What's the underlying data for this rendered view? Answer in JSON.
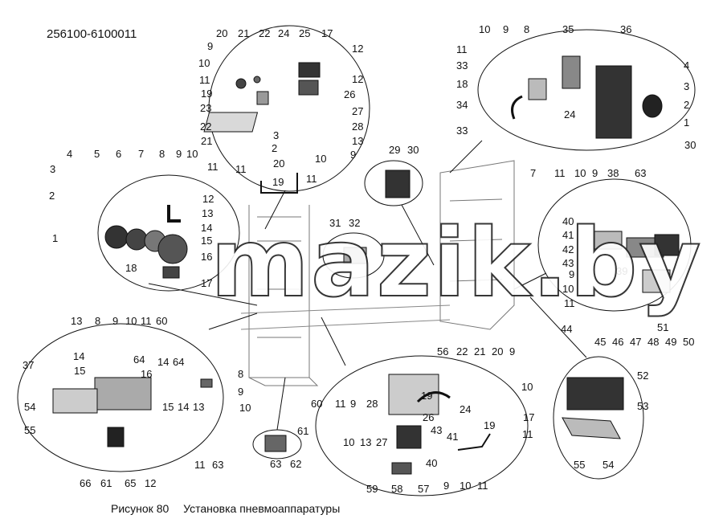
{
  "document_number": "256100-6100011",
  "caption": {
    "figure": "Рисунок 80",
    "title": "Установка пневмоаппаратуры"
  },
  "watermark": "mazik.by",
  "colors": {
    "ink": "#111111",
    "fill_light": "#d9d9d9",
    "fill_dark": "#333333",
    "background": "#ffffff"
  },
  "callouts": [
    {
      "label": "20",
      "group": "top-center"
    },
    {
      "label": "21",
      "group": "top-center"
    },
    {
      "label": "22",
      "group": "top-center"
    },
    {
      "label": "24",
      "group": "top-center"
    },
    {
      "label": "25",
      "group": "top-center"
    },
    {
      "label": "17",
      "group": "top-center"
    },
    {
      "label": "9",
      "group": "top-center"
    },
    {
      "label": "12",
      "group": "top-center"
    },
    {
      "label": "10",
      "group": "top-center"
    },
    {
      "label": "11",
      "group": "top-center"
    },
    {
      "label": "12",
      "group": "top-center"
    },
    {
      "label": "19",
      "group": "top-center"
    },
    {
      "label": "26",
      "group": "top-center"
    },
    {
      "label": "23",
      "group": "top-center"
    },
    {
      "label": "27",
      "group": "top-center"
    },
    {
      "label": "22",
      "group": "top-center"
    },
    {
      "label": "3",
      "group": "top-center"
    },
    {
      "label": "28",
      "group": "top-center"
    },
    {
      "label": "21",
      "group": "top-center"
    },
    {
      "label": "2",
      "group": "top-center"
    },
    {
      "label": "13",
      "group": "top-center"
    },
    {
      "label": "20",
      "group": "top-center"
    },
    {
      "label": "9",
      "group": "top-center"
    },
    {
      "label": "10",
      "group": "top-center"
    },
    {
      "label": "11",
      "group": "top-center"
    },
    {
      "label": "19",
      "group": "top-center"
    },
    {
      "label": "11",
      "group": "top-center"
    },
    {
      "label": "10",
      "group": "top-right"
    },
    {
      "label": "9",
      "group": "top-right"
    },
    {
      "label": "8",
      "group": "top-right"
    },
    {
      "label": "35",
      "group": "top-right"
    },
    {
      "label": "36",
      "group": "top-right"
    },
    {
      "label": "11",
      "group": "top-right"
    },
    {
      "label": "33",
      "group": "top-right"
    },
    {
      "label": "4",
      "group": "top-right"
    },
    {
      "label": "18",
      "group": "top-right"
    },
    {
      "label": "3",
      "group": "top-right"
    },
    {
      "label": "2",
      "group": "top-right"
    },
    {
      "label": "34",
      "group": "top-right"
    },
    {
      "label": "24",
      "group": "top-right"
    },
    {
      "label": "1",
      "group": "top-right"
    },
    {
      "label": "33",
      "group": "top-right"
    },
    {
      "label": "30",
      "group": "top-right"
    },
    {
      "label": "4",
      "group": "left"
    },
    {
      "label": "5",
      "group": "left"
    },
    {
      "label": "6",
      "group": "left"
    },
    {
      "label": "7",
      "group": "left"
    },
    {
      "label": "8",
      "group": "left"
    },
    {
      "label": "9",
      "group": "left"
    },
    {
      "label": "10",
      "group": "left"
    },
    {
      "label": "11",
      "group": "left"
    },
    {
      "label": "3",
      "group": "left"
    },
    {
      "label": "12",
      "group": "left"
    },
    {
      "label": "2",
      "group": "left"
    },
    {
      "label": "13",
      "group": "left"
    },
    {
      "label": "14",
      "group": "left"
    },
    {
      "label": "1",
      "group": "left"
    },
    {
      "label": "15",
      "group": "left"
    },
    {
      "label": "16",
      "group": "left"
    },
    {
      "label": "18",
      "group": "left"
    },
    {
      "label": "17",
      "group": "left"
    },
    {
      "label": "29",
      "group": "center-small"
    },
    {
      "label": "30",
      "group": "center-small"
    },
    {
      "label": "31",
      "group": "center-small"
    },
    {
      "label": "32",
      "group": "center-small"
    },
    {
      "label": "7",
      "group": "right"
    },
    {
      "label": "11",
      "group": "right"
    },
    {
      "label": "10",
      "group": "right"
    },
    {
      "label": "9",
      "group": "right"
    },
    {
      "label": "38",
      "group": "right"
    },
    {
      "label": "63",
      "group": "right"
    },
    {
      "label": "40",
      "group": "right"
    },
    {
      "label": "41",
      "group": "right"
    },
    {
      "label": "42",
      "group": "right"
    },
    {
      "label": "43",
      "group": "right"
    },
    {
      "label": "39",
      "group": "right"
    },
    {
      "label": "9",
      "group": "right"
    },
    {
      "label": "10",
      "group": "right"
    },
    {
      "label": "11",
      "group": "right"
    },
    {
      "label": "44",
      "group": "right"
    },
    {
      "label": "51",
      "group": "right"
    },
    {
      "label": "45",
      "group": "right"
    },
    {
      "label": "46",
      "group": "right"
    },
    {
      "label": "47",
      "group": "right"
    },
    {
      "label": "48",
      "group": "right"
    },
    {
      "label": "49",
      "group": "right"
    },
    {
      "label": "50",
      "group": "right"
    },
    {
      "label": "13",
      "group": "bottom-left"
    },
    {
      "label": "8",
      "group": "bottom-left"
    },
    {
      "label": "9",
      "group": "bottom-left"
    },
    {
      "label": "10",
      "group": "bottom-left"
    },
    {
      "label": "11",
      "group": "bottom-left"
    },
    {
      "label": "60",
      "group": "bottom-left"
    },
    {
      "label": "14",
      "group": "bottom-left"
    },
    {
      "label": "64",
      "group": "bottom-left"
    },
    {
      "label": "37",
      "group": "bottom-left"
    },
    {
      "label": "15",
      "group": "bottom-left"
    },
    {
      "label": "16",
      "group": "bottom-left"
    },
    {
      "label": "14",
      "group": "bottom-left"
    },
    {
      "label": "64",
      "group": "bottom-left"
    },
    {
      "label": "8",
      "group": "bottom-left"
    },
    {
      "label": "9",
      "group": "bottom-left"
    },
    {
      "label": "15",
      "group": "bottom-left"
    },
    {
      "label": "14",
      "group": "bottom-left"
    },
    {
      "label": "13",
      "group": "bottom-left"
    },
    {
      "label": "10",
      "group": "bottom-left"
    },
    {
      "label": "54",
      "group": "bottom-left"
    },
    {
      "label": "55",
      "group": "bottom-left"
    },
    {
      "label": "11",
      "group": "bottom-left"
    },
    {
      "label": "63",
      "group": "bottom-left"
    },
    {
      "label": "66",
      "group": "bottom-left"
    },
    {
      "label": "61",
      "group": "bottom-left"
    },
    {
      "label": "65",
      "group": "bottom-left"
    },
    {
      "label": "12",
      "group": "bottom-left"
    },
    {
      "label": "61",
      "group": "bottom-small"
    },
    {
      "label": "63",
      "group": "bottom-small"
    },
    {
      "label": "62",
      "group": "bottom-small"
    },
    {
      "label": "56",
      "group": "bottom-center"
    },
    {
      "label": "22",
      "group": "bottom-center"
    },
    {
      "label": "21",
      "group": "bottom-center"
    },
    {
      "label": "20",
      "group": "bottom-center"
    },
    {
      "label": "9",
      "group": "bottom-center"
    },
    {
      "label": "10",
      "group": "bottom-center"
    },
    {
      "label": "60",
      "group": "bottom-center"
    },
    {
      "label": "11",
      "group": "bottom-center"
    },
    {
      "label": "9",
      "group": "bottom-center"
    },
    {
      "label": "28",
      "group": "bottom-center"
    },
    {
      "label": "19",
      "group": "bottom-center"
    },
    {
      "label": "24",
      "group": "bottom-center"
    },
    {
      "label": "17",
      "group": "bottom-center"
    },
    {
      "label": "26",
      "group": "bottom-center"
    },
    {
      "label": "19",
      "group": "bottom-center"
    },
    {
      "label": "10",
      "group": "bottom-center"
    },
    {
      "label": "13",
      "group": "bottom-center"
    },
    {
      "label": "27",
      "group": "bottom-center"
    },
    {
      "label": "43",
      "group": "bottom-center"
    },
    {
      "label": "41",
      "group": "bottom-center"
    },
    {
      "label": "11",
      "group": "bottom-center"
    },
    {
      "label": "40",
      "group": "bottom-center"
    },
    {
      "label": "59",
      "group": "bottom-center"
    },
    {
      "label": "58",
      "group": "bottom-center"
    },
    {
      "label": "57",
      "group": "bottom-center"
    },
    {
      "label": "9",
      "group": "bottom-center"
    },
    {
      "label": "10",
      "group": "bottom-center"
    },
    {
      "label": "11",
      "group": "bottom-center"
    },
    {
      "label": "52",
      "group": "bottom-right"
    },
    {
      "label": "53",
      "group": "bottom-right"
    },
    {
      "label": "55",
      "group": "bottom-right"
    },
    {
      "label": "54",
      "group": "bottom-right"
    }
  ]
}
